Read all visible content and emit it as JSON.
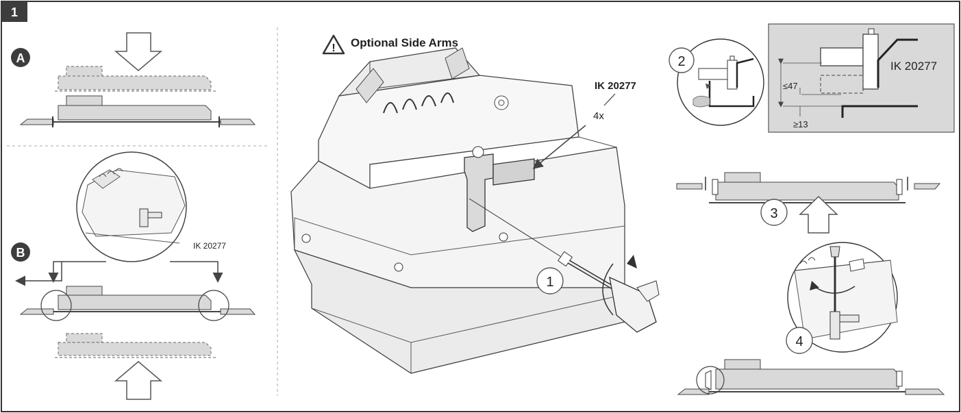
{
  "step_number": "1",
  "section_a_letter": "A",
  "section_b_letter": "B",
  "section_b_part_label": "IK 20277",
  "warning_title": "Optional Side Arms",
  "main_part_label": "IK 20277",
  "main_quantity": "4x",
  "substep_1": "1",
  "substep_2": "2",
  "substep_3": "3",
  "substep_4": "4",
  "detail_part_label": "IK 20277",
  "detail_dim_max": "≤47",
  "detail_dim_min": "≥13",
  "colors": {
    "panel_gray": "#d9d9d9",
    "line": "#1a1a1a",
    "badge": "#3d3d3d"
  }
}
